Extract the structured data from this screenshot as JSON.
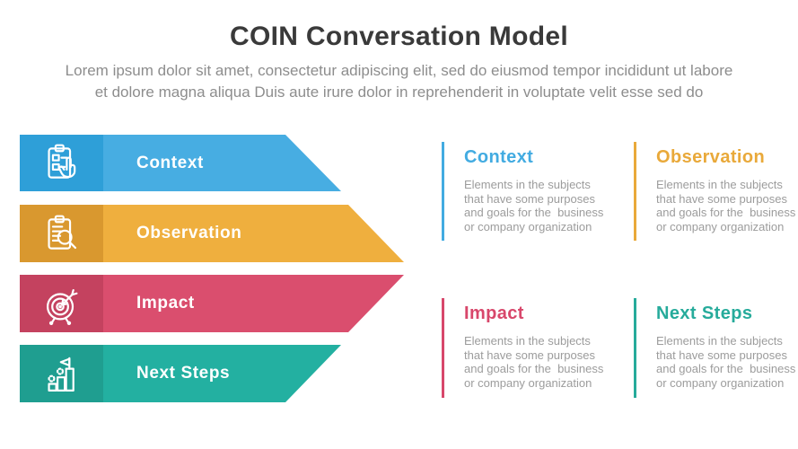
{
  "page": {
    "title": "COIN Conversation Model",
    "subtitle": "Lorem ipsum dolor sit amet, consectetur adipiscing elit, sed do eiusmod tempor incididunt ut labore\net dolore magna aliqua Duis aute irure dolor in reprehenderit in voluptate velit esse sed do"
  },
  "colors": {
    "title_text": "#3a3a3a",
    "subtitle_text": "#8d8d8d",
    "description_text": "#9c9c9c",
    "background": "#ffffff"
  },
  "banners": [
    {
      "label": "Context",
      "icon": "clipboard-hand-icon",
      "color": "#47ade2",
      "icon_bg": "#2e9fd8"
    },
    {
      "label": "Observation",
      "icon": "clipboard-search-icon",
      "color": "#efaf3e",
      "icon_bg": "#d9982f"
    },
    {
      "label": "Impact",
      "icon": "target-arrow-icon",
      "color": "#da4e6e",
      "icon_bg": "#c4425f"
    },
    {
      "label": "Next Steps",
      "icon": "bar-chart-flag-icon",
      "color": "#23b0a1",
      "icon_bg": "#1f9e90"
    }
  ],
  "details": [
    {
      "title": "Context",
      "accent": "#42abe1",
      "description": "Elements in the subjects\nthat have some purposes\nand goals for the  business\nor company organization"
    },
    {
      "title": "Observation",
      "accent": "#e9a93a",
      "description": "Elements in the subjects\nthat have some purposes\nand goals for the  business\nor company organization"
    },
    {
      "title": "Impact",
      "accent": "#d8476b",
      "description": "Elements in the subjects\nthat have some purposes\nand goals for the  business\nor company organization"
    },
    {
      "title": "Next Steps",
      "accent": "#26ab9b",
      "description": "Elements in the subjects\nthat have some purposes\nand goals for the  business\nor company organization"
    }
  ]
}
